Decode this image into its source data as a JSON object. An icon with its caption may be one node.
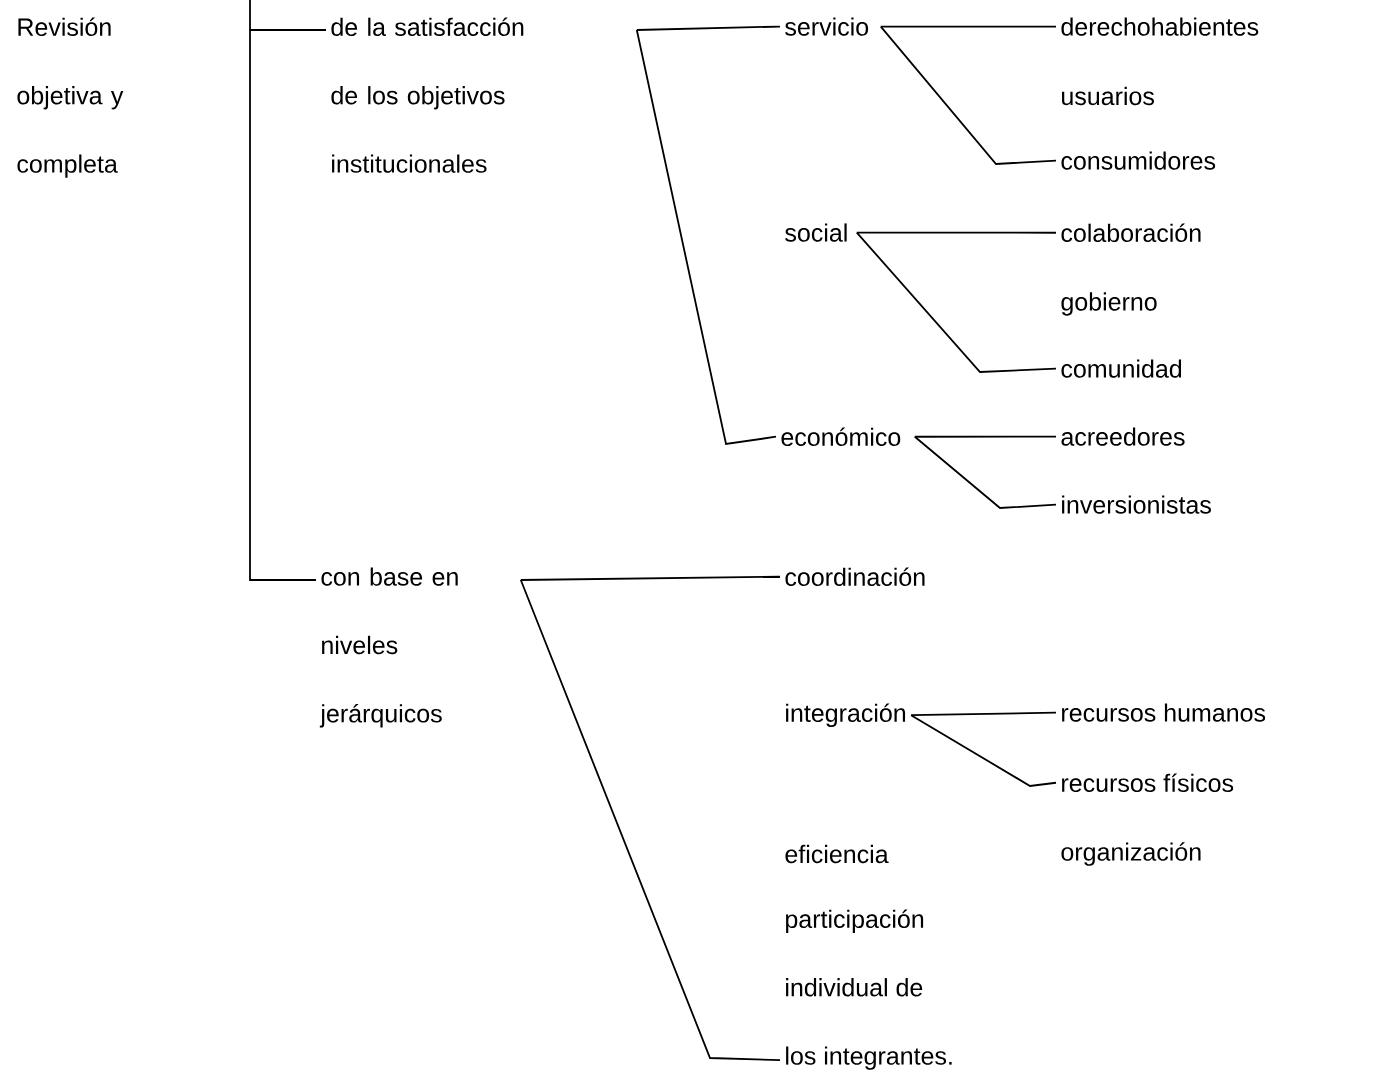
{
  "diagram": {
    "nodes": [
      {
        "text": [
          "Revisión objetiva y completa"
        ]
      },
      {
        "text": [
          "de la satisfacción de los objetivos institucionales"
        ]
      },
      {
        "text": [
          "con base en niveles jerárquicos"
        ]
      },
      {
        "text": [
          "servicio"
        ]
      },
      {
        "text": [
          "derechohabientes"
        ]
      },
      {
        "text": [
          "consumidores"
        ]
      },
      {
        "text": [
          "social"
        ]
      },
      {
        "text": [
          "colaboración"
        ]
      },
      {
        "text": [
          "comunidad"
        ]
      },
      {
        "text": [
          "económico"
        ]
      },
      {
        "text": [
          "acreedores"
        ]
      },
      {
        "text": [
          "inversionistas"
        ]
      },
      {
        "text": [
          "coordinación"
        ]
      },
      {
        "text": [
          "integración"
        ]
      },
      {
        "text": [
          "recursos humanos"
        ]
      },
      {
        "text": [
          "recursos físicos"
        ]
      },
      {
        "text": [
          "participación individual de los integrantes."
        ]
      }
    ],
    "edges": [
      {
        "from": 1,
        "to": 3,
        "arrow": "none"
      },
      {
        "from": 1,
        "to": 9,
        "arrow": "none"
      },
      {
        "from": 3,
        "to": 4,
        "arrow": "none"
      },
      {
        "from": 3,
        "to": 5,
        "arrow": "none"
      },
      {
        "from": 6,
        "to": 7,
        "arrow": "none"
      },
      {
        "from": 6,
        "to": 8,
        "arrow": "none"
      },
      {
        "from": 9,
        "to": 10,
        "arrow": "none"
      },
      {
        "from": 9,
        "to": 11,
        "arrow": "none"
      },
      {
        "from": 2,
        "to": 12,
        "arrow": "none"
      },
      {
        "from": 2,
        "to": 16,
        "arrow": "none"
      },
      {
        "from": 13,
        "to": 14,
        "arrow": "none"
      },
      {
        "from": 13,
        "to": 15,
        "arrow": "none"
      }
    ],
    "labels": [
      "usuarios",
      "gobierno",
      "eficiencia",
      "organización"
    ]
  }
}
